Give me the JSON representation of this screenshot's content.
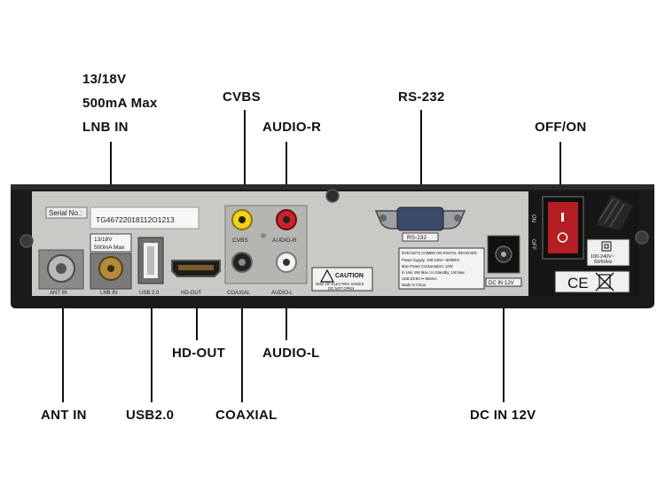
{
  "callouts": {
    "lnb_voltage": "13/18V",
    "lnb_current": "500mA Max",
    "lnb_in": "LNB IN",
    "cvbs": "CVBS",
    "audio_r": "AUDIO-R",
    "rs232": "RS-232",
    "off_on": "OFF/ON",
    "ant_in": "ANT IN",
    "usb": "USB2.0",
    "hd_out": "HD-OUT",
    "coaxial": "COAXIAL",
    "audio_l": "AUDIO-L",
    "dc_in": "DC  IN 12V"
  },
  "panel": {
    "serial_label": "Serial No.:",
    "serial_number": "TG46722018112O1213",
    "lnb_sticker_line1": "13/18V",
    "lnb_sticker_line2": "500mA Max",
    "port_ant_in": "ANT IN",
    "port_lnb_in": "LNB IN",
    "port_usb": "USB 2.0",
    "port_hdout": "HD-OUT",
    "port_coaxial": "COAXIAL",
    "port_audio_l": "AUDIO-L",
    "port_cvbs": "CVBS",
    "port_audio_r": "AUDIO-R",
    "caution_title": "CAUTION",
    "caution_line1": "RISK OF ELECTRIC SHOCK",
    "caution_line2": "DO NOT OPEN",
    "port_rs232": "RS-232",
    "port_dc": "DC IN 12V",
    "spec_title": "DVB-S2/T2 COMBO HD DIGITAL RECEIVER",
    "spec_line1": "Power Supply: 100-240V~ 50/60Hz",
    "spec_line2": "Max Power Consumption: 12W",
    "spec_line3": "In Use: 8W Max / In Standby: 1W Max",
    "spec_line4": "USB DC5V ⎓ 500mA",
    "spec_line5": "Made in China",
    "switch_on": "ON",
    "switch_off": "OFF",
    "psu_line1": "100-240V~",
    "psu_line2": "50/60Hz",
    "ce_mark": "CE"
  },
  "colors": {
    "panel": "#c9c9c6",
    "casing": "#1a1a1a",
    "rca_yellow": "#f2d21a",
    "rca_red": "#c8232b",
    "rca_black": "#222222",
    "rca_white": "#f4f4f4",
    "switch_red": "#b51e22"
  }
}
